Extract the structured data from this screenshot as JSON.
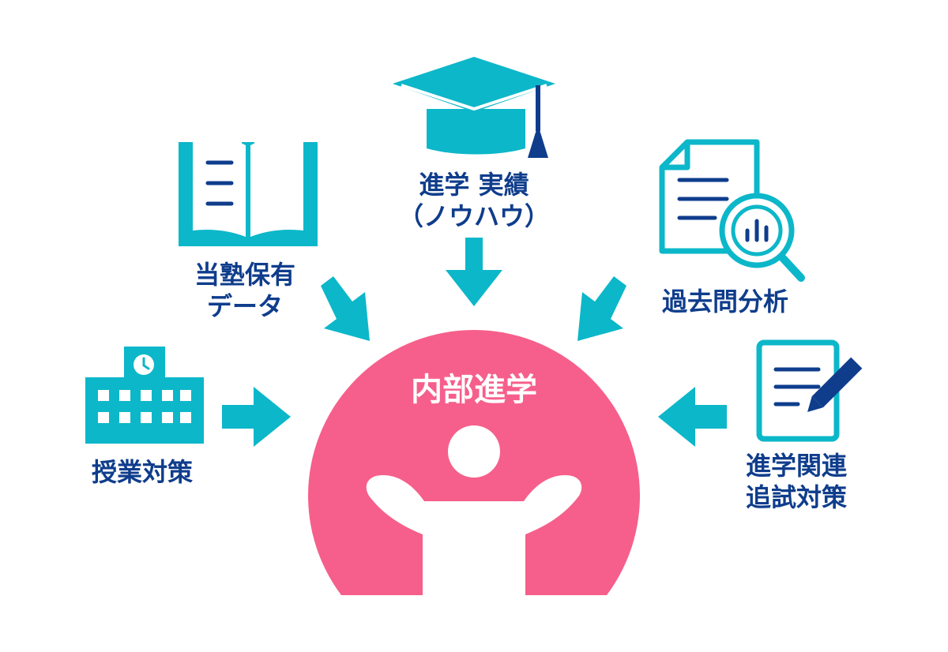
{
  "colors": {
    "teal": "#0cb7c9",
    "navy": "#0f3d8c",
    "pink": "#f65f8b",
    "white": "#ffffff"
  },
  "center": {
    "title": "内部進学",
    "icon": "person-arms-raised-icon"
  },
  "inputs": [
    {
      "icon": "graduation-cap-icon",
      "lines": [
        "進学 実績",
        "（ノウハウ）"
      ]
    },
    {
      "icon": "open-book-icon",
      "lines": [
        "当塾保有",
        "データ"
      ]
    },
    {
      "icon": "document-magnifier-icon",
      "lines": [
        "過去問分析"
      ]
    },
    {
      "icon": "school-building-icon",
      "lines": [
        "授業対策"
      ]
    },
    {
      "icon": "document-pen-icon",
      "lines": [
        "進学関連",
        "追試対策"
      ]
    }
  ]
}
